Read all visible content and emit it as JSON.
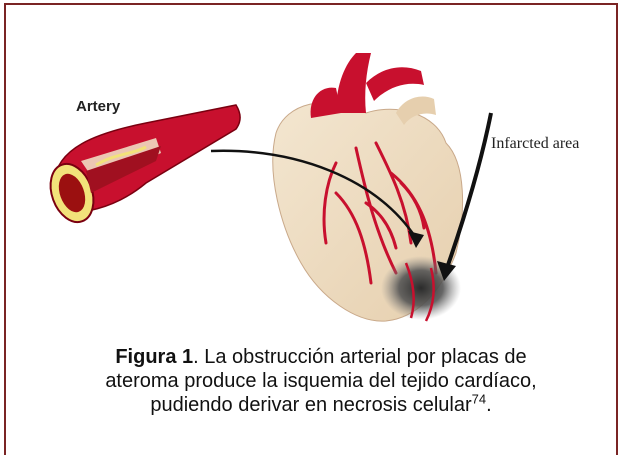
{
  "figure": {
    "labels": {
      "artery": "Artery",
      "infarcted_area": "Infarcted area"
    }
  },
  "caption": {
    "figure_label": "Figura 1",
    "line1_text": ". La obstrucción arterial por placas de",
    "line2_text": "ateroma produce la isquemia del tejido cardíaco,",
    "line3_text": "pudiendo derivar en necrosis celular",
    "reference": "74",
    "end_punct": "."
  },
  "colors": {
    "frame": "#7a2424",
    "artery_red": "#c8102e",
    "heart_tissue": "#efdcc2",
    "plaque": "#f2e27a"
  }
}
